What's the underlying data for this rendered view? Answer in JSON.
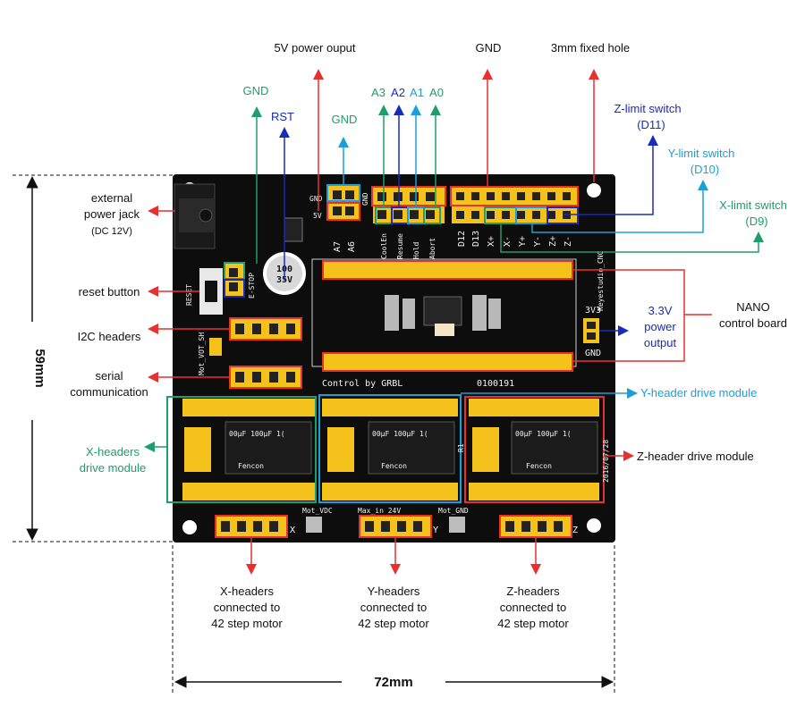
{
  "colors": {
    "red": "#e8312f",
    "green": "#1f9d6b",
    "blue": "#1a2bb8",
    "cyan": "#1aa0d8",
    "board": "#0d0d0d",
    "header": "#f4c21b"
  },
  "labels": {
    "power_output": "5V power ouput",
    "gnd_top": "GND",
    "fixed_hole": "3mm fixed hole",
    "gnd_left": "GND",
    "rst": "RST",
    "gnd_mid": "GND",
    "a3": "A3",
    "a2": "A2",
    "a1": "A1",
    "a0": "A0",
    "z_limit_1": "Z-limit switch",
    "z_limit_2": "(D11)",
    "y_limit_1": "Y-limit switch",
    "y_limit_2": "(D10)",
    "x_limit_1": "X-limit switch",
    "x_limit_2": "(D9)",
    "jack_1": "external",
    "jack_2": "power jack",
    "jack_3": "(DC 12V)",
    "reset": "reset button",
    "i2c": "I2C headers",
    "serial_1": "serial",
    "serial_2": "communication",
    "x_module_1": "X-headers",
    "x_module_2": "drive module",
    "v33_1": "3.3V",
    "v33_2": "power",
    "v33_3": "output",
    "nano_1": "NANO",
    "nano_2": "control board",
    "y_module": "Y-header drive module",
    "z_module": "Z-header drive module",
    "x_motor_1": "X-headers",
    "x_motor_2": "connected to",
    "x_motor_3": "42 step motor",
    "y_motor_1": "Y-headers",
    "y_motor_2": "connected to",
    "y_motor_3": "42 step motor",
    "z_motor_1": "Z-headers",
    "z_motor_2": "connected to",
    "z_motor_3": "42 step motor",
    "height": "59mm",
    "width": "72mm"
  },
  "silk": {
    "gnd": "GND",
    "v5": "5V",
    "a7": "A7",
    "a6": "A6",
    "coolen": "CoolEn",
    "resume": "Resume",
    "hold": "Hold",
    "abort": "Abort",
    "d12": "D12",
    "d13": "D13",
    "xp": "X+",
    "xm": "X-",
    "yp": "Y+",
    "ym": "Y-",
    "zp": "Z+",
    "zm": "Z-",
    "brand": "Keyestudio_CNC",
    "control": "Control by GRBL",
    "code": "0100191",
    "v3v3": "3V3",
    "gnd2": "GND",
    "reset": "RESET",
    "estop": "E-STOP",
    "cap1": "100",
    "cap2": "35V",
    "mot": "Mot_VOT_SH",
    "motvdc": "Mot_VDC",
    "maxin": "Max_in 24V",
    "motgnd": "Mot_GND",
    "x": "X",
    "y": "Y",
    "z": "Z",
    "date": "2016/07/28",
    "r1": "R1",
    "cap_label": "00µF 100µF 1(",
    "brand_cap": "Fencon"
  }
}
